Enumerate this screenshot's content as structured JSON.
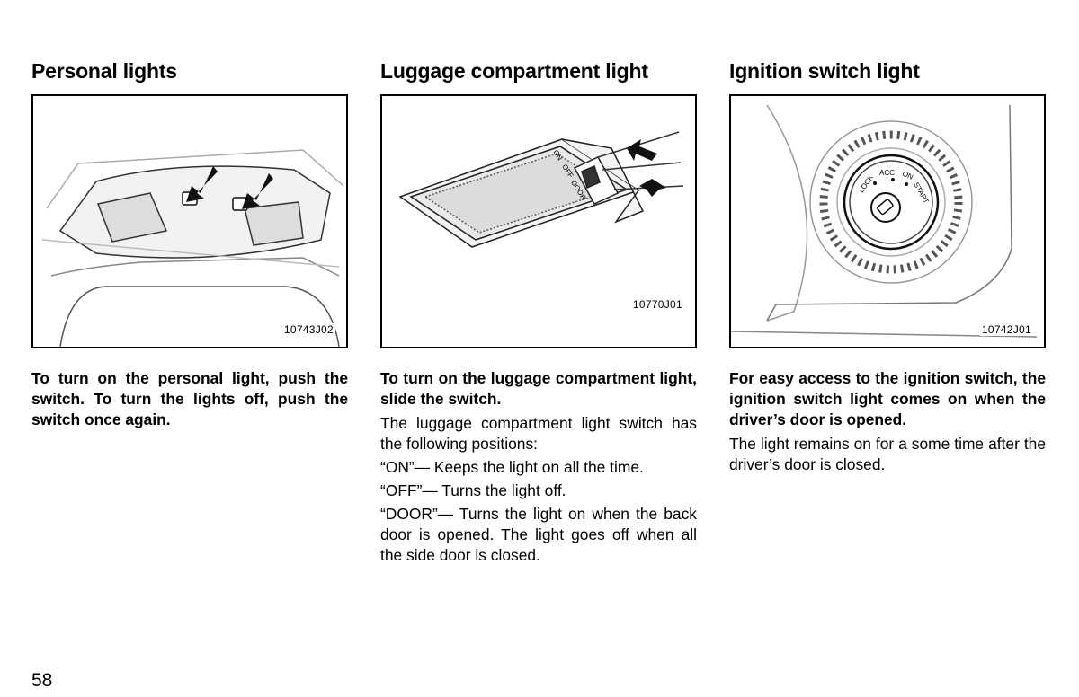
{
  "page": {
    "number": "58"
  },
  "sections": [
    {
      "title": "Personal lights",
      "figure_code": "10743J02",
      "paragraphs": [
        "To turn on the personal light, push the switch.  To turn the lights off, push the switch once again."
      ]
    },
    {
      "title": "Luggage compartment light",
      "figure_code": "10770J01",
      "switch_labels": [
        "ON",
        "OFF",
        "DOOR"
      ],
      "paragraphs": [
        "To turn on the luggage compartment light, slide the switch.",
        "The luggage compartment light switch has the following positions:",
        "“ON”— Keeps the light on all the time.",
        "“OFF”— Turns the light off.",
        "“DOOR”— Turns the light on when the back door is opened. The light goes off when all the side door is closed."
      ]
    },
    {
      "title": "Ignition switch light",
      "figure_code": "10742J01",
      "key_labels": [
        "LOCK",
        "ACC",
        "ON",
        "START"
      ],
      "paragraphs": [
        "For easy access to the ignition switch, the ignition switch light comes on when  the driver’s door is opened.",
        "The light remains on for a some time after the driver’s door is closed."
      ]
    }
  ]
}
